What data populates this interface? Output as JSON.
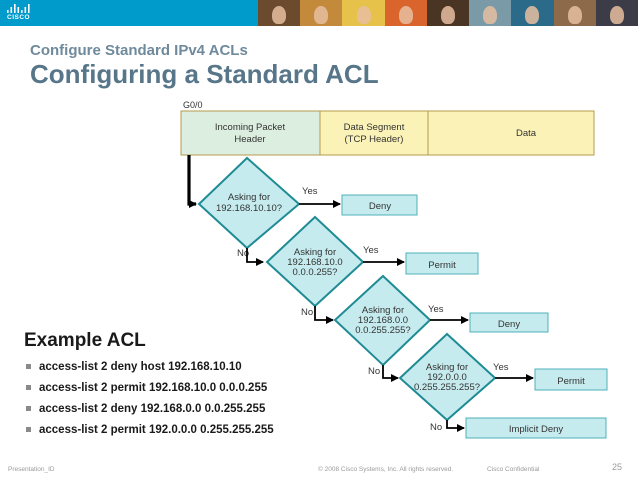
{
  "header": {
    "logo_text": "CISCO",
    "brand_color": "#009bcb"
  },
  "slide": {
    "subtitle": "Configure Standard IPv4 ACLs",
    "title": "Configuring a Standard ACL"
  },
  "diagram": {
    "interface_label": "G0/0",
    "packet": {
      "header_line1": "Incoming Packet",
      "header_line2": "Header",
      "segment_line1": "Data Segment",
      "segment_line2": "(TCP Header)",
      "data": "Data"
    },
    "decisions": [
      {
        "line1": "Asking for",
        "line2": "192.168.10.10?",
        "line3": "",
        "yes": "Yes",
        "no": "No",
        "result": "Deny"
      },
      {
        "line1": "Asking for",
        "line2": "192.168.10.0",
        "line3": "0.0.0.255?",
        "yes": "Yes",
        "no": "No",
        "result": "Permit"
      },
      {
        "line1": "Asking for",
        "line2": "192.168.0.0",
        "line3": "0.0.255.255?",
        "yes": "Yes",
        "no": "No",
        "result": "Deny"
      },
      {
        "line1": "Asking for",
        "line2": "192.0.0.0",
        "line3": "0.255.255.255?",
        "yes": "Yes",
        "no": "No",
        "result": "Permit"
      }
    ],
    "final_no": "No",
    "implicit_deny": "Implicit Deny",
    "colors": {
      "header_fill": "#dceee0",
      "segment_fill": "#fbf2b8",
      "data_fill": "#fbf2b8",
      "packet_border": "#b59b4e",
      "diamond_fill": "#c6ebee",
      "diamond_border": "#1f8b94",
      "result_fill": "#c6ebee",
      "result_border": "#4fb2bb"
    }
  },
  "example": {
    "heading": "Example ACL",
    "commands": [
      "access-list 2 deny host 192.168.10.10",
      "access-list 2 permit 192.168.10.0 0.0.0.255",
      "access-list 2 deny 192.168.0.0 0.0.255.255",
      "access-list 2 permit 192.0.0.0 0.255.255.255"
    ]
  },
  "footer": {
    "left": "Presentation_ID",
    "center": "© 2008 Cisco Systems, Inc. All rights reserved.",
    "right": "Cisco Confidential",
    "page": "25"
  }
}
